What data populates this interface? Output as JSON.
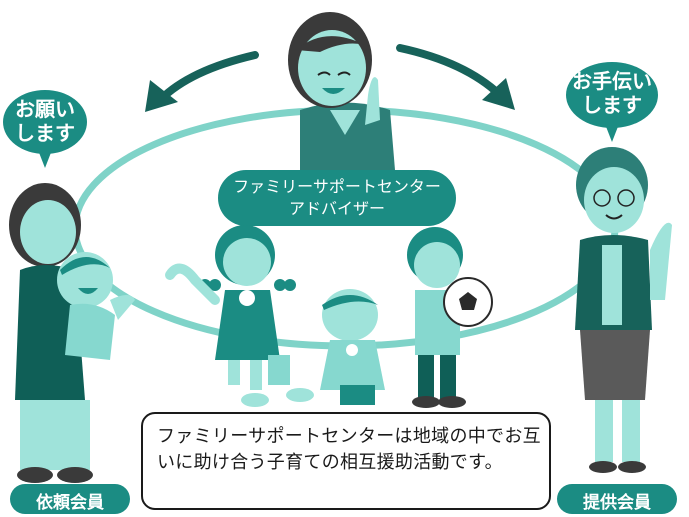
{
  "speech": {
    "request": [
      "お願い",
      "します"
    ],
    "help": [
      "お手伝い",
      "します"
    ]
  },
  "advisor_label": [
    "ファミリーサポートセンター",
    "アドバイザー"
  ],
  "caption": "ファミリーサポートセンターは地域の中でお互いに助け合う子育ての相互援助活動です。",
  "labels": {
    "requesting_member": "依頼会員",
    "providing_member": "提供会員"
  },
  "colors": {
    "teal": "#1b8c83",
    "dark_teal": "#0f5f57",
    "light_teal": "#86d8cf",
    "skin": "#9fe3da"
  }
}
